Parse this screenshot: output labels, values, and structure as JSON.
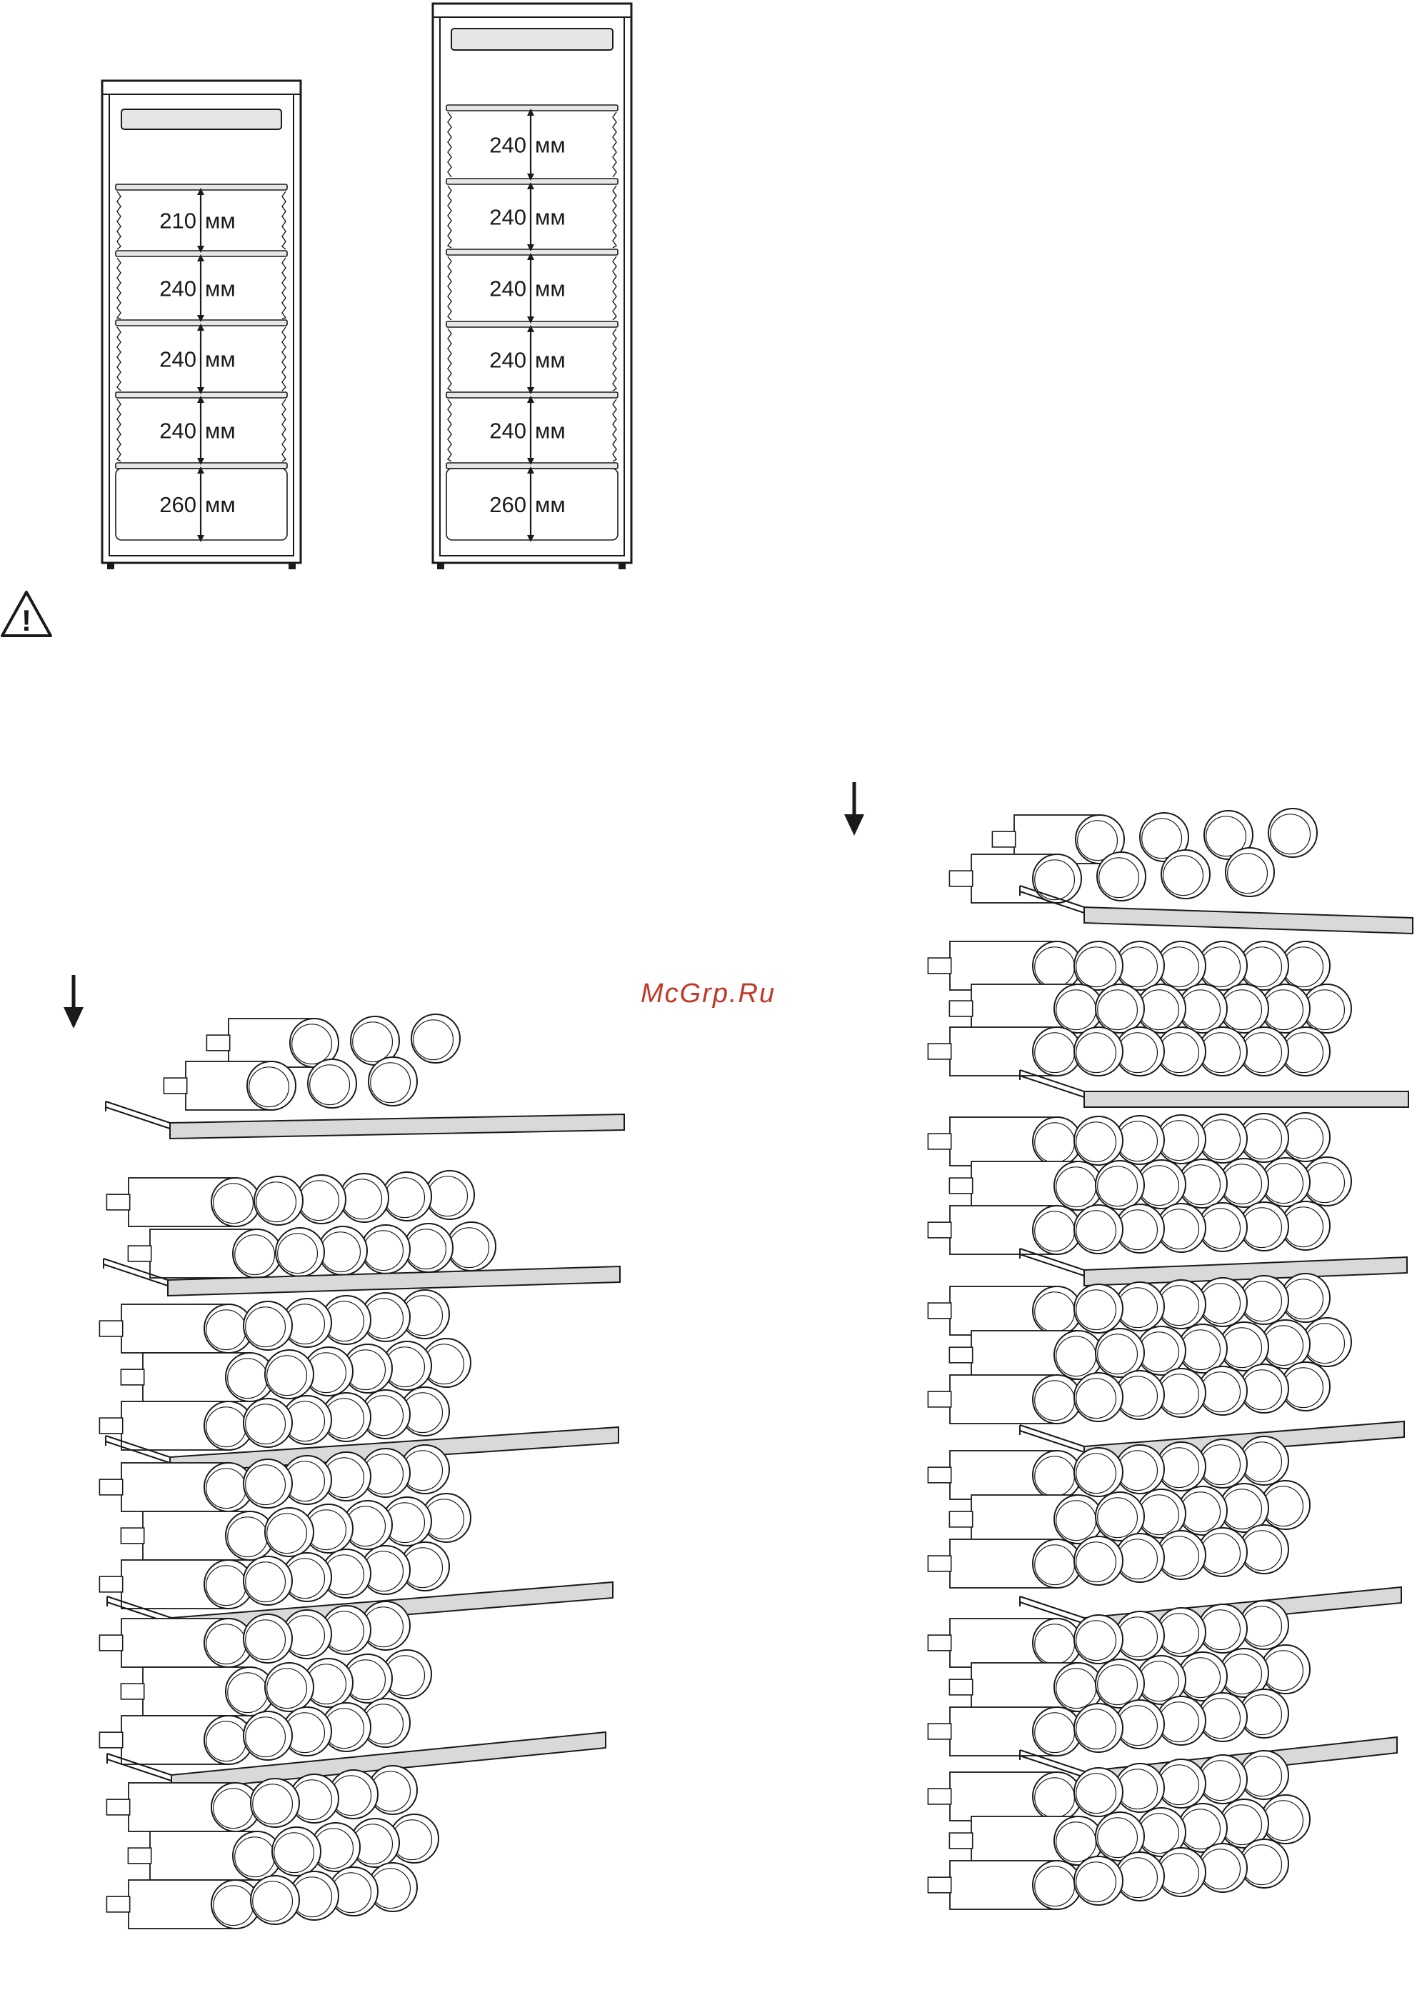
{
  "cabinet_left": {
    "shelves": [
      {
        "value": "210",
        "unit": "мм"
      },
      {
        "value": "240",
        "unit": "мм"
      },
      {
        "value": "240",
        "unit": "мм"
      },
      {
        "value": "240",
        "unit": "мм"
      },
      {
        "value": "260",
        "unit": "мм"
      }
    ]
  },
  "cabinet_right": {
    "shelves": [
      {
        "value": "240",
        "unit": "мм"
      },
      {
        "value": "240",
        "unit": "мм"
      },
      {
        "value": "240",
        "unit": "мм"
      },
      {
        "value": "240",
        "unit": "мм"
      },
      {
        "value": "240",
        "unit": "мм"
      },
      {
        "value": "260",
        "unit": "мм"
      }
    ]
  },
  "warning_symbol": "!",
  "watermark": "McGrp.Ru",
  "icons": [
    "warning-triangle-icon",
    "down-arrow-icon"
  ],
  "colors": {
    "line": "#1a1a1a",
    "shelf_fill": "#d9d9d9",
    "watermark": "#c0392b"
  }
}
